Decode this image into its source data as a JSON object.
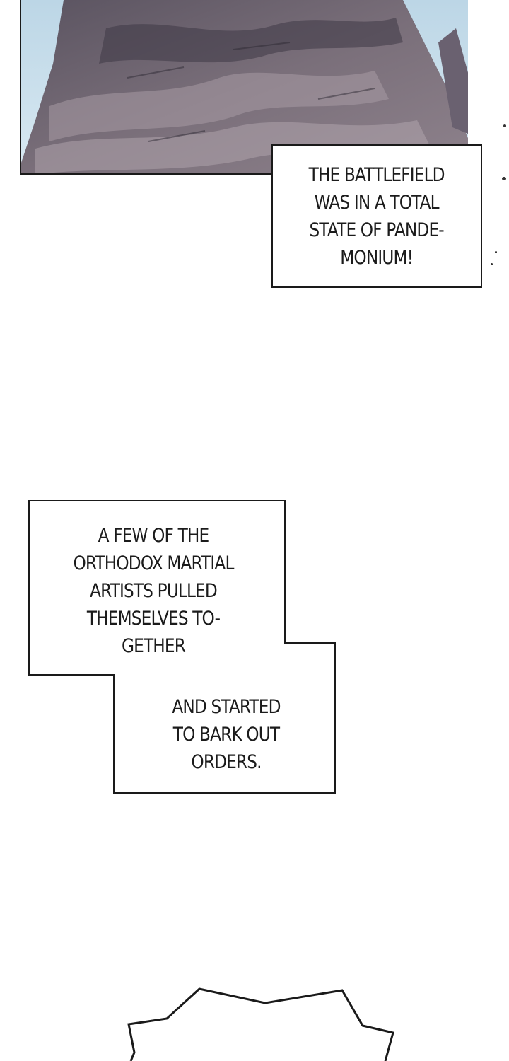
{
  "captions": [
    {
      "id": "caption-1",
      "text": "THE BATTLEFIELD\nWAS IN A TOTAL\nSTATE OF PANDE-\nMONIUM!"
    },
    {
      "id": "caption-2a",
      "text": "A FEW OF THE\nORTHODOX MARTIAL\nARTISTS PULLED\nTHEMSELVES TO-\nGETHER"
    },
    {
      "id": "caption-2b",
      "text": "AND STARTED\nTO BARK OUT\nORDERS."
    }
  ],
  "colors": {
    "sky": "#cfe3ef",
    "rock_dark": "#4a4550",
    "rock_mid": "#6e6570",
    "rock_light": "#9b8f98",
    "border": "#1a1a1a"
  }
}
